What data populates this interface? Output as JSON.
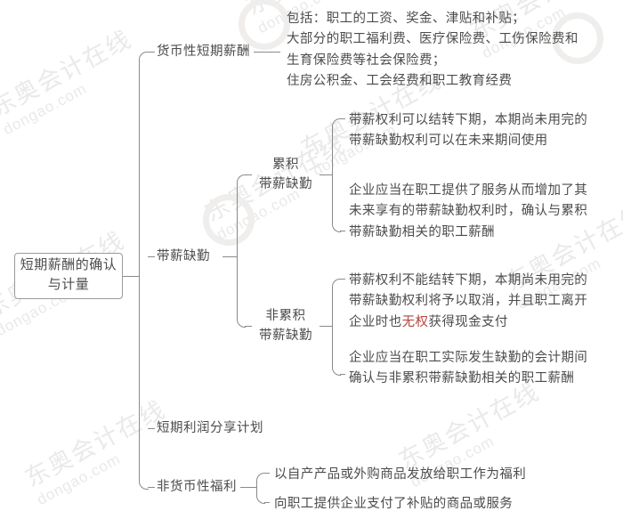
{
  "diagram": {
    "title": "短期薪酬的确认与计量",
    "root": {
      "line1": "短期薪酬的确认",
      "line2": "与计量"
    },
    "branches": {
      "monetary": {
        "label": "货币性短期薪酬",
        "detail": {
          "l1": "包括：职工的工资、奖金、津贴和补贴；",
          "l2": "大部分的职工福利费、医疗保险费、工伤保险费和",
          "l3": "生育保险费等社会保险费；",
          "l4": "住房公积金、工会经费和职工教育经费"
        }
      },
      "paid_absence": {
        "label": "带薪缺勤",
        "cumulative": {
          "label_l1": "累积",
          "label_l2": "带薪缺勤",
          "item1": {
            "l1": "带薪权利可以结转下期，本期尚未用完的",
            "l2": "带薪缺勤权利可以在未来期间使用"
          },
          "item2": {
            "l1": "企业应当在职工提供了服务从而增加了其",
            "l2": "未来享有的带薪缺勤权利时，确认与累积",
            "l3": "带薪缺勤相关的职工薪酬"
          }
        },
        "non_cumulative": {
          "label_l1": "非累积",
          "label_l2": "带薪缺勤",
          "item1": {
            "l1": "带薪权利不能结转下期，本期尚未用完的",
            "l2": "带薪缺勤权利将予以取消，并且职工离开",
            "l3_a": "企业时也",
            "l3_hl": "无权",
            "l3_b": "获得现金支付"
          },
          "item2": {
            "l1": "企业应当在职工实际发生缺勤的会计期间",
            "l2": "确认与非累积带薪缺勤相关的职工薪酬"
          }
        }
      },
      "profit_sharing": {
        "label": "短期利润分享计划"
      },
      "non_monetary": {
        "label": "非货币性福利",
        "item1": "以自产产品或外购商品发放给职工作为福利",
        "item2": "向职工提供企业支付了补贴的商品或服务"
      }
    },
    "highlight_color": "#b4443c",
    "line_color": "#8a8a8a",
    "text_color": "#4c4c4c",
    "watermark": {
      "cn": "东奥会计在线",
      "en": "dongao.com"
    }
  }
}
